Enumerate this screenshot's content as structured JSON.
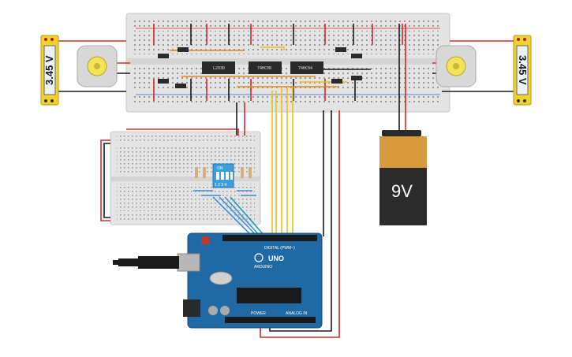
{
  "left_meter": {
    "reading": "3.45 V"
  },
  "right_meter": {
    "reading": "3.45 V"
  },
  "ic_labels": [
    "L293D",
    "74HC08",
    "74HC04"
  ],
  "battery": {
    "label": "9V"
  },
  "dip_switch": {
    "on_label": "ON",
    "positions": "1 2 3 4"
  },
  "arduino": {
    "brand": "ARDUINO",
    "model": "UNO",
    "digital_label": "DIGITAL (PWM~)",
    "power_label": "POWER",
    "analog_label": "ANALOG IN"
  },
  "colors": {
    "breadboard": "#e6e6e6",
    "arduino_board": "#1f6aa5",
    "battery_top": "#d89a3a",
    "battery_body": "#2b2b2b",
    "wire_red": "#d62828",
    "wire_black": "#1a1a1a",
    "wire_yellow": "#e8c21a",
    "wire_orange": "#e08a1e",
    "wire_blue": "#3b8fd6",
    "meter_yellow": "#f2d22e",
    "dip_blue": "#3aa0dd"
  }
}
